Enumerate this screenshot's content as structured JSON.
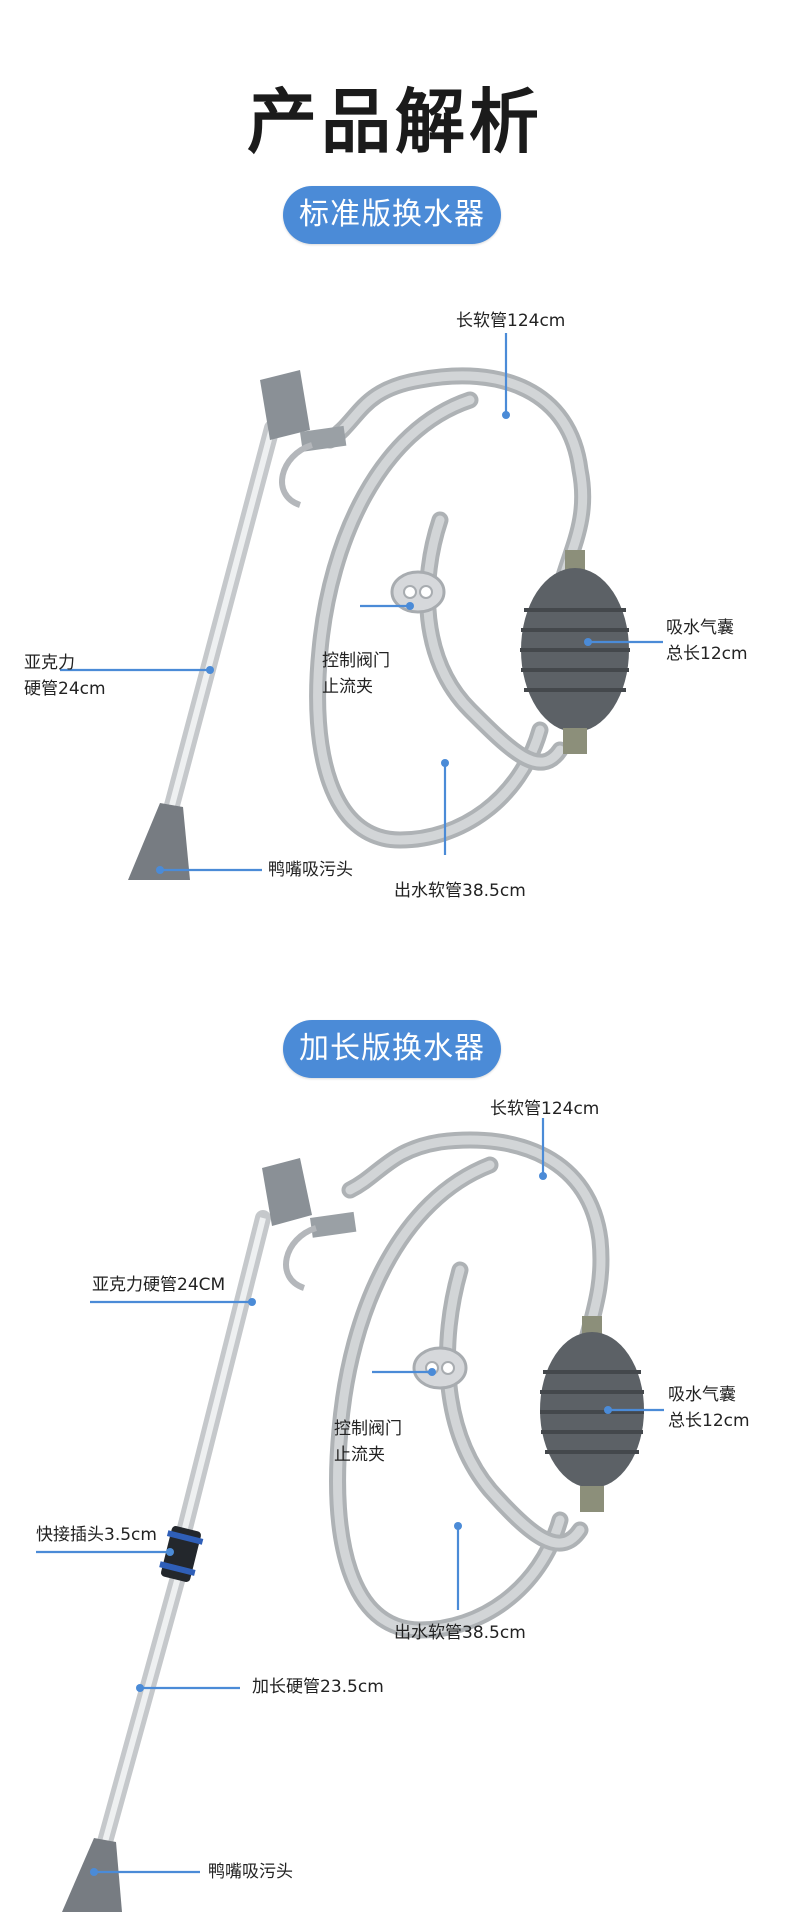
{
  "page_title": "产品解析",
  "colors": {
    "accent": "#4b8bd7",
    "tube": "#b9bcbf",
    "part": "#8a9096",
    "bulb": "#5c6166"
  },
  "standard": {
    "pill": "标准版换水器",
    "labels": {
      "long_hose": "长软管124cm",
      "bulb_1": "吸水气囊",
      "bulb_2": "总长12cm",
      "rigid_1": "亚克力",
      "rigid_2": "硬管24cm",
      "valve_1": "控制阀门",
      "valve_2": "止流夹",
      "nozzle": "鸭嘴吸污头",
      "out_hose": "出水软管38.5cm"
    }
  },
  "extended": {
    "pill": "加长版换水器",
    "labels": {
      "long_hose": "长软管124cm",
      "rigid": "亚克力硬管24CM",
      "bulb_1": "吸水气囊",
      "bulb_2": "总长12cm",
      "valve_1": "控制阀门",
      "valve_2": "止流夹",
      "connector": "快接插头3.5cm",
      "ext_rigid": "加长硬管23.5cm",
      "out_hose": "出水软管38.5cm",
      "nozzle": "鸭嘴吸污头"
    }
  }
}
